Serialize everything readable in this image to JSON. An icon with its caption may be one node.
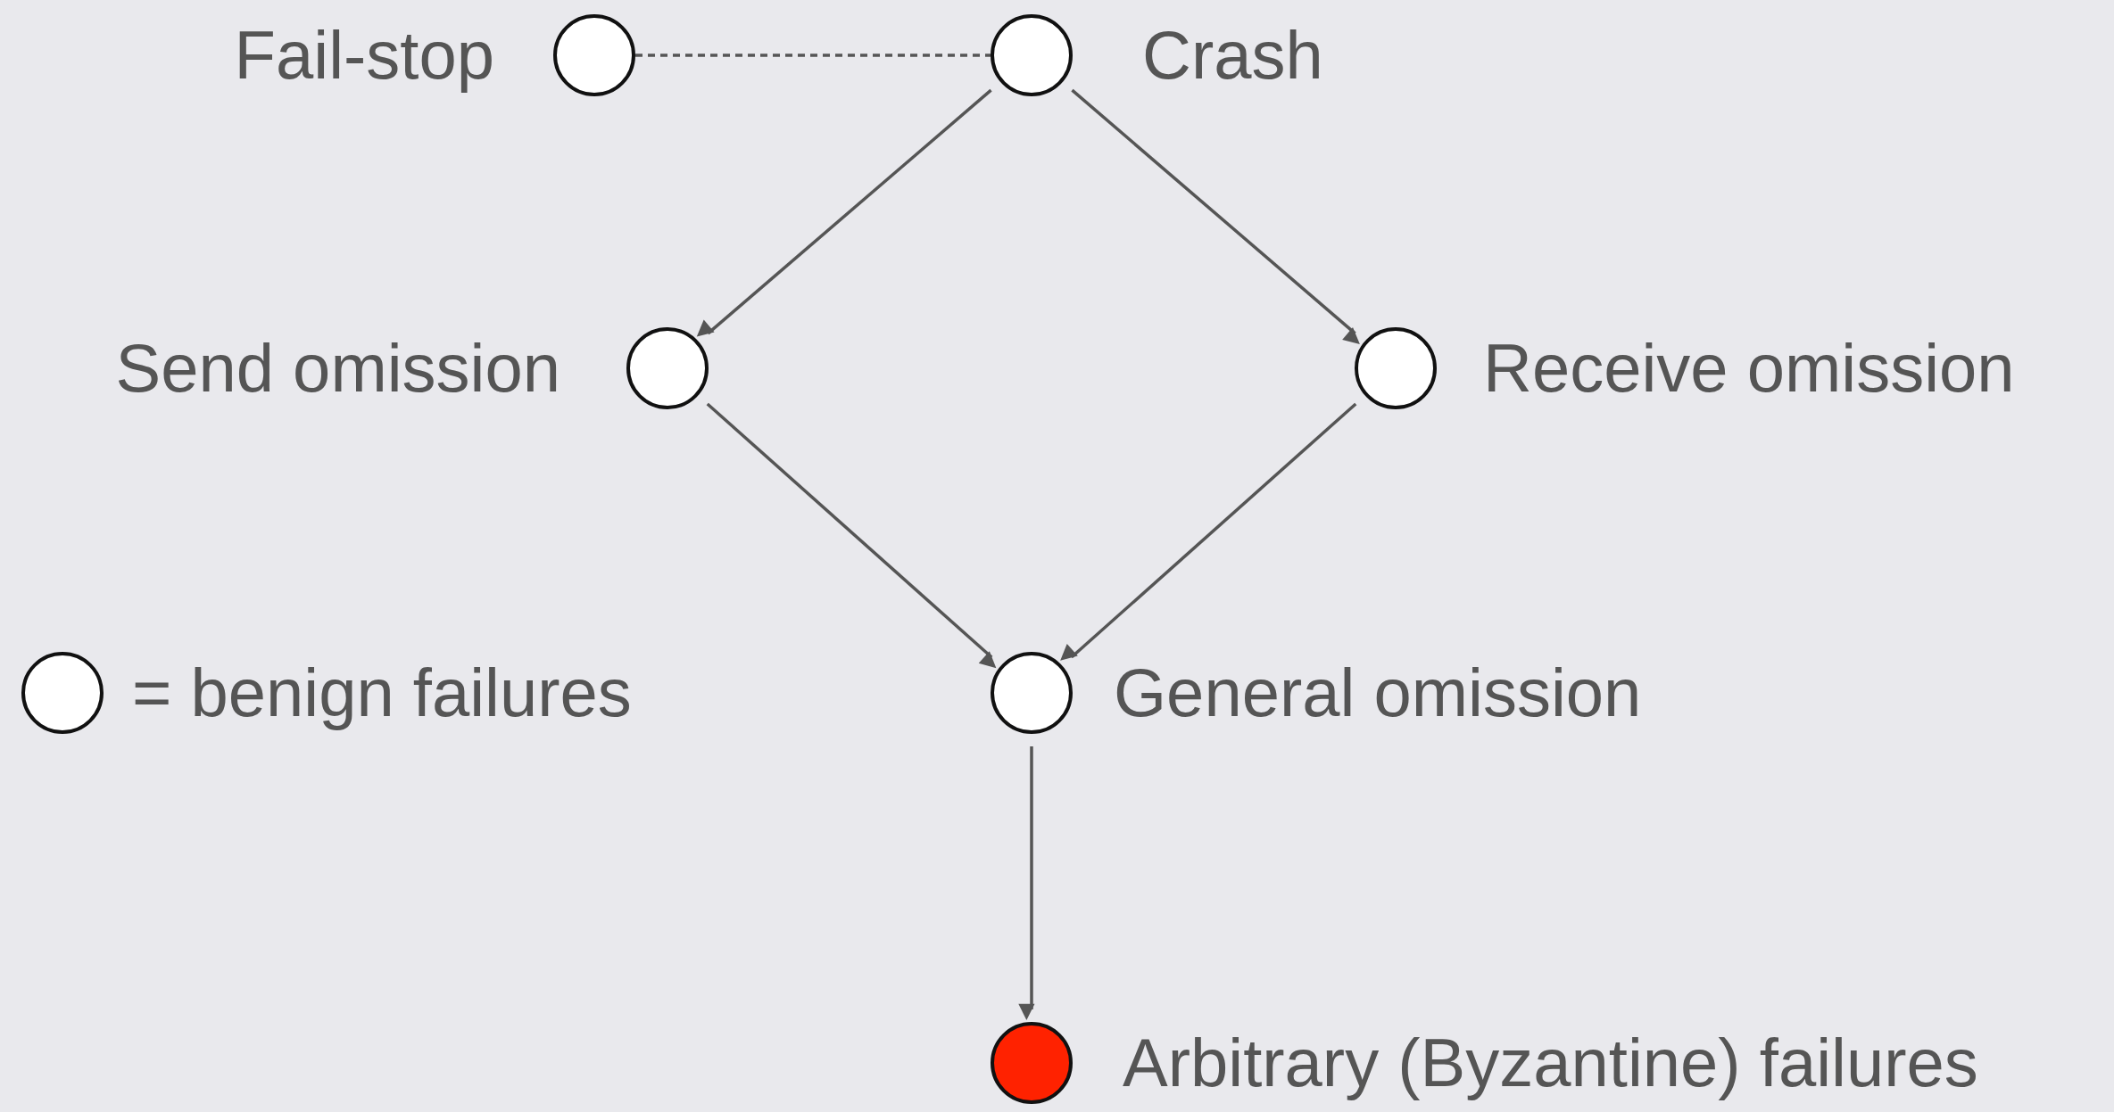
{
  "diagram": {
    "nodes": [
      {
        "text": [],
        "shape": "circle",
        "beside": [
          "Fail-stop"
        ]
      },
      {
        "text": [],
        "shape": "circle",
        "beside": [
          "Crash"
        ]
      },
      {
        "text": [],
        "shape": "circle",
        "beside": [
          "Send omission"
        ]
      },
      {
        "text": [],
        "shape": "circle",
        "beside": [
          "Receive omission"
        ]
      },
      {
        "text": [],
        "shape": "circle",
        "beside": [
          "General omission"
        ]
      },
      {
        "text": [],
        "shape": "circle",
        "beside": [
          "Arbitrary (Byzantine) failures"
        ]
      }
    ],
    "edges": [
      {
        "from": 0,
        "to": 1,
        "arrow": "none",
        "style": "dashed"
      },
      {
        "from": 1,
        "to": 2,
        "arrow": "to"
      },
      {
        "from": 1,
        "to": 3,
        "arrow": "to"
      },
      {
        "from": 2,
        "to": 4,
        "arrow": "to"
      },
      {
        "from": 3,
        "to": 4,
        "arrow": "to"
      },
      {
        "from": 4,
        "to": 5,
        "arrow": "to"
      }
    ],
    "legend": [
      {
        "text": "= benign failures",
        "color": "#ffffff"
      }
    ]
  }
}
